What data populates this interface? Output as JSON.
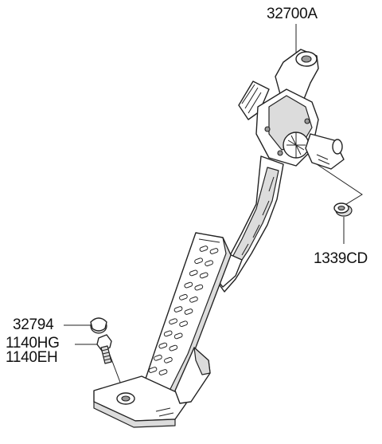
{
  "diagram": {
    "callouts": {
      "pedal_assembly": "32700A",
      "bushing": "1339CD",
      "stopper_cap": "32794",
      "bolt_a": "1140HG",
      "bolt_b": "1140EH"
    },
    "colors": {
      "line": "#222222",
      "shade": "#dcdcdc",
      "background": "#ffffff"
    }
  }
}
